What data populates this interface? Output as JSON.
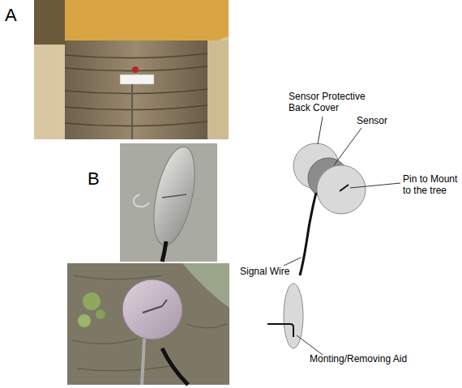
{
  "diagram": {
    "labels": [
      "A",
      "Sensor Protective Back Cover",
      "B",
      "Sensor",
      "Pin to Mount to the tree",
      "Signal Wire",
      "Monting/Removing Aid"
    ]
  }
}
